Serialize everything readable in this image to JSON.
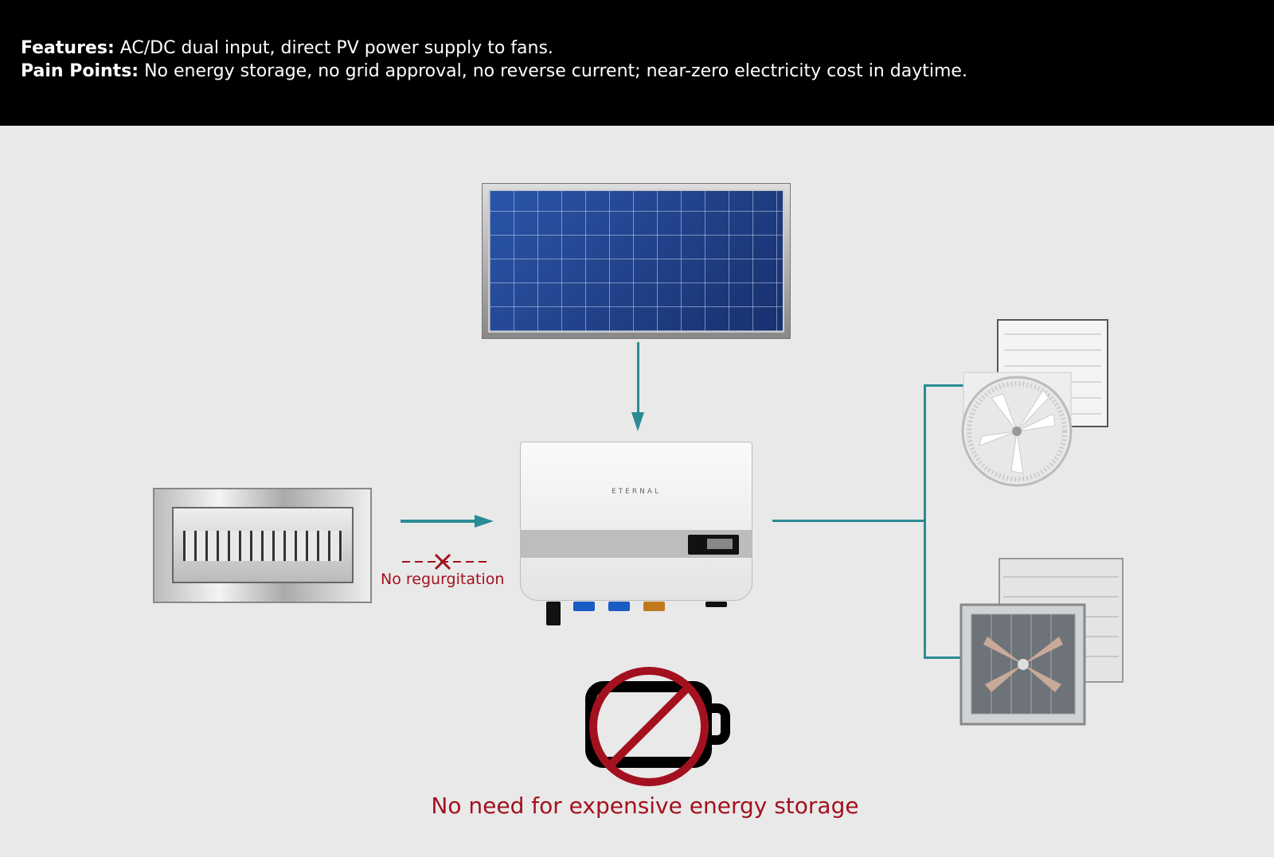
{
  "header": {
    "features_label": "Features:",
    "features_text": " AC/DC dual input, direct PV power supply to fans.",
    "pain_label": "Pain Points:",
    "pain_text": " No energy storage, no grid approval, no reverse current; near-zero electricity cost in daytime."
  },
  "inverter": {
    "brand": "ETERNAL"
  },
  "grid_label": "No regurgitation",
  "storage_label": "No need for expensive energy storage",
  "colors": {
    "accent": "#2b8b94",
    "warning": "#a3111f"
  }
}
